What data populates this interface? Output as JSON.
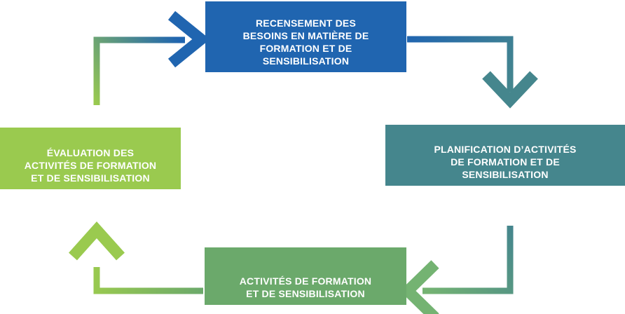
{
  "palette": {
    "background": "#FFFFFF",
    "text": "#FFFFFF",
    "blue": "#2065B0",
    "teal": "#45868D",
    "green": "#6BA96B",
    "green_arrow": "#74B372",
    "light_green": "#9ACA4F"
  },
  "diagram": {
    "type": "cycle",
    "nodes": {
      "recensement": {
        "label": "RECENSEMENT DES\nBESOINS EN MATIÈRE DE\nFORMATION ET DE\nSENSIBILISATION",
        "color_key": "blue",
        "position": "top"
      },
      "planification": {
        "label": "PLANIFICATION D’ACTIVITÉS\nDE FORMATION ET DE\nSENSIBILISATION",
        "color_key": "teal",
        "position": "right"
      },
      "activites": {
        "label": "ACTIVITÉS DE FORMATION\nET DE SENSIBILISATION",
        "color_key": "green",
        "position": "bottom"
      },
      "evaluation": {
        "label": "ÉVALUATION DES\nACTIVITÉS DE FORMATION\nET DE SENSIBILISATION",
        "color_key": "light_green",
        "position": "left"
      }
    },
    "flow": [
      "recensement",
      "planification",
      "activites",
      "evaluation"
    ]
  }
}
